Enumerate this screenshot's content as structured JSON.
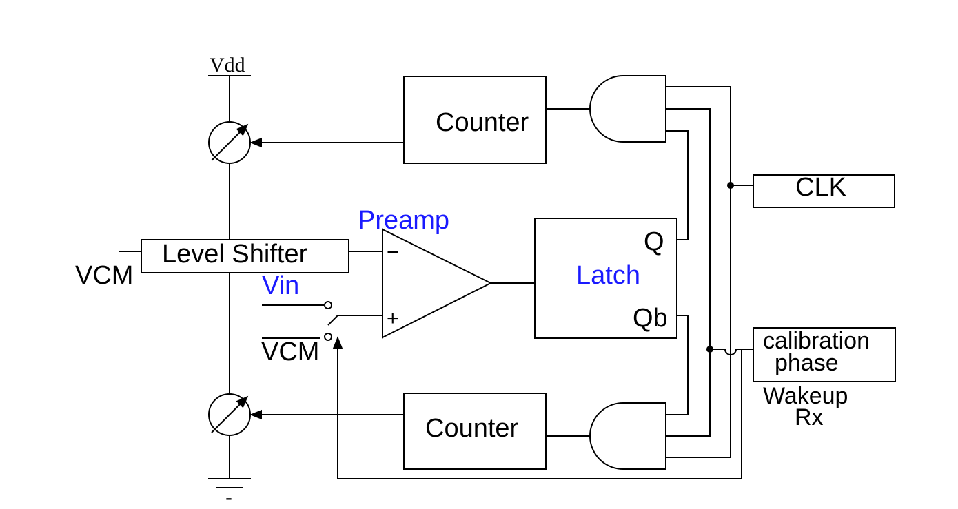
{
  "supply": {
    "vdd": "Vdd",
    "ground_mark": "-"
  },
  "blocks": {
    "counter_top": "Counter",
    "counter_bottom": "Counter",
    "level_shifter": "Level Shifter",
    "latch": "Latch",
    "latch_q": "Q",
    "latch_qb": "Qb",
    "clk": "CLK",
    "calibration_line1": "calibration",
    "calibration_line2": "phase"
  },
  "amplifier": {
    "label": "Preamp",
    "minus": "−",
    "plus": "+"
  },
  "inputs": {
    "vcm_left": "VCM",
    "vin": "Vin",
    "vcm_bottom": "VCM"
  },
  "notes": {
    "wakeup_line1": "Wakeup",
    "wakeup_line2": "Rx"
  },
  "colors": {
    "blue_text": "#1a1aff",
    "line": "#000000"
  }
}
